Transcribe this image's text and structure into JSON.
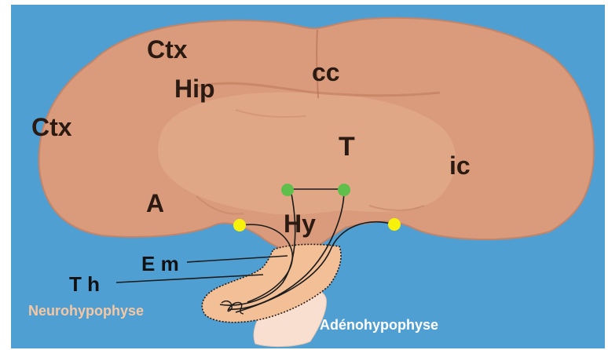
{
  "labels": {
    "ctx_top": "Ctx",
    "ctx_left": "Ctx",
    "hip": "Hip",
    "cc": "cc",
    "t": "T",
    "ic": "ic",
    "a": "A",
    "hy": "Hy",
    "em": "E m",
    "th": "T h",
    "neurohypophyse": "Neurohypophyse",
    "adenohypophyse": "Adénohypophyse"
  },
  "colors": {
    "background": "#4f9fd3",
    "brain_tissue": "#d99b7b",
    "brain_inner": "#e6b190",
    "neurohypophysis": "#f2bf97",
    "adenohypophysis": "#f8dfcf",
    "neuron_green": "#5fbf4a",
    "neuron_yellow": "#f7f20c",
    "label_dark": "#2a1a12",
    "label_neuro": "#f6c7a3",
    "label_adeno": "#ffffff"
  },
  "icons": {
    "green_nuclei": "green-cell-bodies-icon",
    "yellow_nuclei": "yellow-cell-bodies-icon"
  }
}
